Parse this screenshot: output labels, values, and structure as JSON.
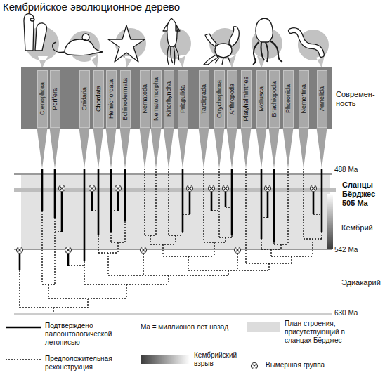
{
  "diagram": {
    "title": "Кембрийское эволюционное дерево",
    "nodes": [
      {
        "text": [
          "Ctenophora"
        ]
      },
      {
        "text": [
          "Porifera"
        ]
      },
      {
        "text": [
          "Cnidaria"
        ]
      },
      {
        "text": [
          "Chordata"
        ]
      },
      {
        "text": [
          "Hemichordata"
        ]
      },
      {
        "text": [
          "Echinodermata"
        ]
      },
      {
        "text": [
          "Nematoda"
        ]
      },
      {
        "text": [
          "Nematomorpha"
        ]
      },
      {
        "text": [
          "Kinorhyncha"
        ]
      },
      {
        "text": [
          "Priapulida"
        ]
      },
      {
        "text": [
          "Tardigrada"
        ]
      },
      {
        "text": [
          "Onychophora"
        ]
      },
      {
        "text": [
          "Arthropoda"
        ]
      },
      {
        "text": [
          "Platyhelminthes"
        ]
      },
      {
        "text": [
          "Mollusca"
        ]
      },
      {
        "text": [
          "Brachiopoda"
        ]
      },
      {
        "text": [
          "Phoronida"
        ]
      },
      {
        "text": [
          "Nemertina"
        ]
      },
      {
        "text": [
          "Annelida"
        ]
      }
    ],
    "labels": [
      "Современ- ность",
      "488 Ma",
      "Сланцы Бёрджес 505 Ma",
      "Кембрий",
      "542 Ma",
      "Эдиакарий",
      "630 Ma",
      "Ma = миллионов лет назад"
    ],
    "legend": [
      {
        "text": "Подтверждено палеонтологической летописью"
      },
      {
        "text": "Предположительная реконструкция"
      },
      {
        "text": "Кембрийский взрыв"
      },
      {
        "text": "План строения, присутствующий в сланцах Бёрджес",
        "color": "#dcdcdc"
      },
      {
        "text": "Вымершая группа"
      }
    ]
  }
}
